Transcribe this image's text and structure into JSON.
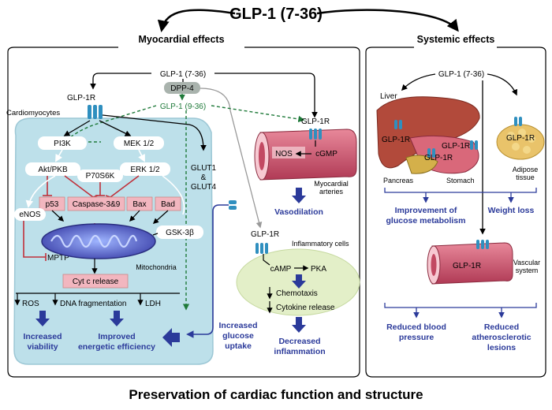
{
  "title": "GLP-1 (7-36)",
  "sections": {
    "myocardial": "Myocardial effects",
    "systemic": "Systemic effects"
  },
  "footer": "Preservation of cardiac function and structure",
  "myocardial": {
    "glp1_top": "GLP-1 (7-36)",
    "dpp4": "DPP-4",
    "glp1_metab": "GLP-1 (9-36)",
    "glp1r_cardio": "GLP-1R",
    "cardiomyocytes": "Cardiomyocytes",
    "pi3k": "PI3K",
    "mek": "MEK 1/2",
    "akt": "Akt/PKB",
    "erk": "ERK 1/2",
    "p70s6k": "P70S6K",
    "p53": "p53",
    "caspase": "Caspase-3&9",
    "bax": "Bax",
    "bad": "Bad",
    "enos": "eNOS",
    "gsk": "GSK-3β",
    "mptp": "MPTP",
    "mitochondria": "Mitochondria",
    "cytc": "Cyt c release",
    "ros": "ROS",
    "dna": "DNA fragmentation",
    "ldh": "LDH",
    "viability": [
      "Increased",
      "viability"
    ],
    "energetic": [
      "Improved",
      "energetic efficiency"
    ],
    "glut_lines": [
      "GLUT1",
      "&",
      "GLUT4"
    ],
    "glucose_uptake": [
      "Increased",
      "glucose",
      "uptake"
    ],
    "glp1r_artery": "GLP-1R",
    "nos": "NOS",
    "cgmp": "cGMP",
    "myocardial_arteries": [
      "Myocardial",
      "arteries"
    ],
    "vasodilation": "Vasodilation",
    "glp1r_inflam": "GLP-1R",
    "inflammatory_cells": "Inflammatory cells",
    "camp": "cAMP",
    "pka": "PKA",
    "chemotaxis": "Chemotaxis",
    "cytokine": "Cytokine release",
    "decreased_inflammation": [
      "Decreased",
      "inflammation"
    ]
  },
  "systemic": {
    "glp1_top": "GLP-1 (7-36)",
    "liver": "Liver",
    "glp1r_liver": "GLP-1R",
    "glp1r_pancreas": "GLP-1R",
    "glp1r_stomach": "GLP-1R",
    "glp1r_adipose": "GLP-1R",
    "pancreas": "Pancreas",
    "stomach": "Stomach",
    "adipose": [
      "Adipose",
      "tissue"
    ],
    "improvement": [
      "Improvement of",
      "glucose metabolism"
    ],
    "weight_loss": "Weight loss",
    "glp1r_vascular": "GLP-1R",
    "vascular": [
      "Vascular",
      "system"
    ],
    "reduced_bp": [
      "Reduced blood",
      "pressure"
    ],
    "reduced_ath": [
      "Reduced",
      "atherosclerotic",
      "lesions"
    ]
  },
  "colors": {
    "cell_fill": "#bde0ea",
    "inflam_fill": "#e3efc8",
    "pink_box": "#f2b6bf",
    "inhibit": "#c0303a",
    "outcome_blue": "#2b3a9a",
    "metabolite_green": "#1f7a3a",
    "receptor": "#2f8fbf"
  }
}
